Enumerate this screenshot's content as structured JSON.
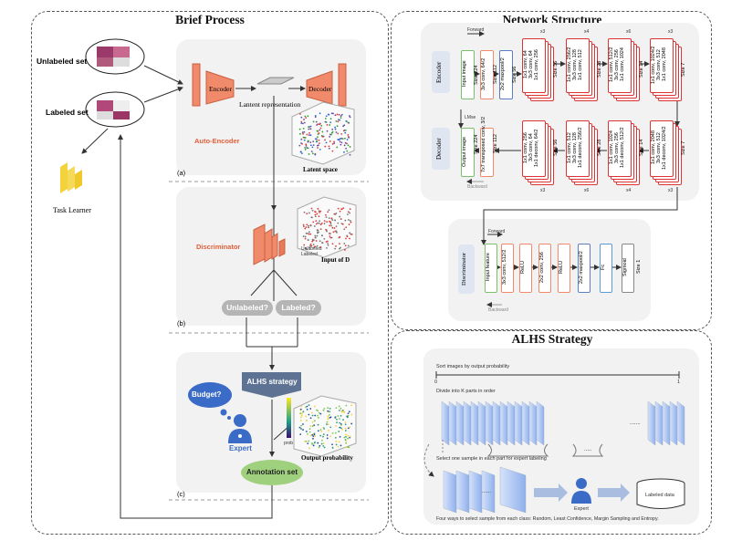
{
  "brief": {
    "title": "Brief Process",
    "unlabeled_set": "Unlabeled set",
    "labeled_set": "Labeled set",
    "task_learner": "Task Learner",
    "encoder": "Encoder",
    "decoder": "Decoder",
    "latent_representation": "Lantent representation",
    "auto_encoder": "Auto-Encoder",
    "latent_space": "Latent space",
    "label_a": "(a)",
    "discriminator": "Discriminator",
    "input_of_d": "Input of D",
    "legend_unlabeled": "Unlabeled",
    "legend_labeled": "Labeled",
    "unlabeled_q": "Unlabeled?",
    "labeled_q": "Labeled?",
    "label_b": "(b)",
    "alhs_strategy": "ALHS strategy",
    "budget": "Budget?",
    "expert": "Expert",
    "output_probability": "Output probability",
    "annotation_set": "Annotation set",
    "label_c": "(c)",
    "prob_label": "prob"
  },
  "network": {
    "title": "Network  Structure",
    "encoder": "Encoder",
    "decoder": "Decoder",
    "forward": "Forward",
    "backward": "Backward",
    "lmse": "LMse",
    "enc_layers": [
      "Input image",
      "3x3 conv, 64/2",
      "2x2 maxpool/2"
    ],
    "enc_sizes": [
      "Size 224",
      "Size 112",
      "Size 56"
    ],
    "enc_blocks": [
      "1x1 conv, 64\n3x3 conv, 64\n1x1 conv, 256",
      "1x1 conv, 256/2\n3x3 conv, 128\n1x1 conv, 512",
      "1x1 conv, 512/2\n3x3 conv, 256\n1x1 conv, 1024",
      "1x1 conv, 1024/2\n3x3 conv, 512\n1x1 conv, 2048"
    ],
    "enc_block_sizes": [
      "Size 56",
      "Size 28",
      "Size 14",
      "Size 7"
    ],
    "enc_repeats": [
      "x3",
      "x4",
      "x6",
      "x3"
    ],
    "dec_layers": [
      "Output image",
      "7x7 transposed conv, 3/2"
    ],
    "dec_sizes": [
      "Size 224",
      "Size 112"
    ],
    "dec_blocks": [
      "1x1 conv, 256\n3x3 conv, 64\n1x1 deconv, 64/2",
      "1x1 conv, 512\n3x3 conv, 128\n1x1 deconv, 256/2",
      "1x1 conv, 1024\n3x3 conv, 256\n1x1 deconv, 512/2",
      "1x1 conv, 2048\n3x3 conv, 512\n1x1 deconv, 1024/2"
    ],
    "dec_block_sizes": [
      "Size 56",
      "Size 28",
      "Size 14",
      "Size 7"
    ],
    "dec_repeats": [
      "x3",
      "x6",
      "x4",
      "x3"
    ]
  },
  "disc": {
    "title": "Discriminator",
    "forward": "Forward",
    "backward": "Backward",
    "layers": [
      "Input feature",
      "3x3 conv, 512/2",
      "ReLU",
      "2x2 conv, 256",
      "ReLU",
      "2x2 maxpool/2",
      "Fc",
      "Sigmoid"
    ],
    "out": "Size 1"
  },
  "alhs": {
    "title": "ALHS Strategy",
    "step1": "Sort images by output probability",
    "axis0": "0",
    "axis1": "1",
    "step2": "Divide into K parts in order",
    "dots1": ".......",
    "dots2": ".....",
    "dots3": "......",
    "step3": "Select one sample in each part for expert labeling",
    "expert": "Expert",
    "labeled_data": "Labeled data",
    "step4": "Four ways to select sample from each class: Random, Least Confidence, Margin Sampling and Entropy."
  },
  "colors": {
    "salmon": "#f08a6a",
    "red": "#d23a3a",
    "steel": "#5e7393",
    "green": "#9fd07d",
    "blue": "#3a6bc6",
    "yellow": "#f3d23c"
  }
}
